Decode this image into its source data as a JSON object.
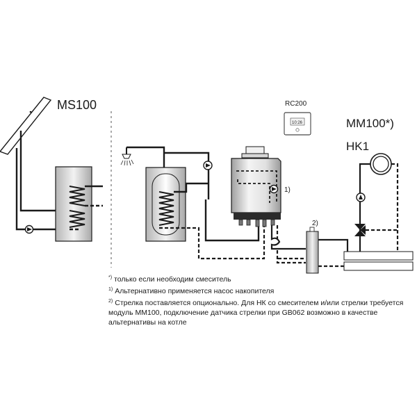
{
  "labels": {
    "solar_module": "MS100",
    "controller": "RC200",
    "mixing_module": "MM100*)",
    "heating_circuit": "HK1",
    "boiler_pump_note_mark": "1)",
    "hydraulic_switch_note_mark": "2)"
  },
  "footnotes": [
    {
      "mark": "*)",
      "text": "только если необходим смеситель"
    },
    {
      "mark": "1)",
      "text": "Альтернативно применяется насос накопителя"
    },
    {
      "mark": "2)",
      "text": "Стрелка поставляется опционально. Для НК со смесителем и/или стрелки требуется модуль MM100, подключение датчика стрелки при GB062 возможно в качестве альтернативы на котле"
    }
  ],
  "colors": {
    "line": "#1a1a1a",
    "tank_fill_light": "#e8e8e8",
    "tank_fill_dark": "#9a9a9a",
    "boiler_base": "#2b2b2b"
  }
}
